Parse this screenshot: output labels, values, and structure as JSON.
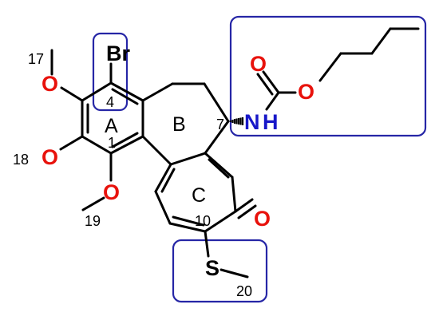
{
  "atoms": {
    "br": "Br",
    "o_17": "O",
    "o_18": "O",
    "o_19": "O",
    "o_ketone": "O",
    "o_carbonyl": "O",
    "o_ester": "O",
    "n": "N",
    "h": "H",
    "s": "S"
  },
  "numbers": {
    "n17": "17",
    "n18": "18",
    "n19": "19",
    "n4": "4",
    "n1": "1",
    "n7": "7",
    "n10": "10",
    "n20": "20"
  },
  "rings": {
    "a": "A",
    "b": "B",
    "c": "C"
  },
  "colors": {
    "oxygen": "#e8120c",
    "nitrogen": "#1717c8",
    "highlight_box": "#2626a6",
    "bond": "#000000"
  }
}
